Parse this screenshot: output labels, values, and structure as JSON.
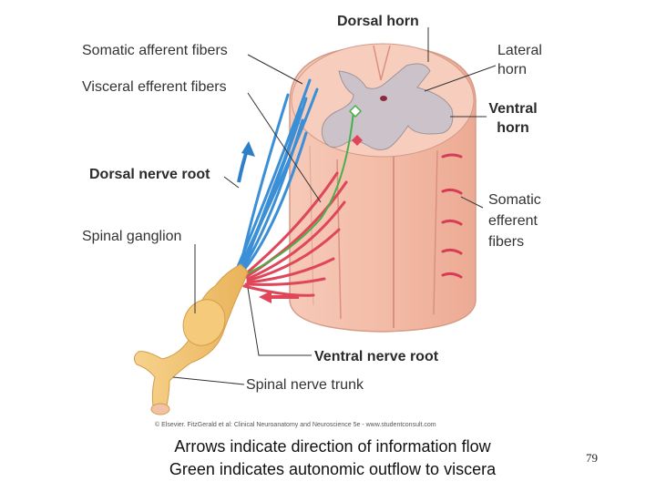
{
  "labels": {
    "dorsal_horn": "Dorsal horn",
    "somatic_afferent": "Somatic afferent fibers",
    "visceral_efferent": "Visceral efferent fibers",
    "lateral_horn_1": "Lateral",
    "lateral_horn_2": "horn",
    "ventral_horn_1": "Ventral",
    "ventral_horn_2": "horn",
    "dorsal_nerve_root": "Dorsal nerve root",
    "spinal_ganglion": "Spinal ganglion",
    "somatic_efferent_1": "Somatic",
    "somatic_efferent_2": "efferent",
    "somatic_efferent_3": "fibers",
    "ventral_nerve_root": "Ventral nerve root",
    "spinal_nerve_trunk": "Spinal nerve trunk"
  },
  "credit": "© Elsevier. FitzGerald et al: Clinical Neuroanatomy and Neuroscience 5e - www.studentconsult.com",
  "caption": {
    "line1": "Arrows indicate direction of information flow",
    "line2": "Green indicates autonomic outflow to viscera"
  },
  "page_number": "79",
  "colors": {
    "cord": "#f4c0ad",
    "grey_matter": "#c9c3c8",
    "afferent": "#3a8fd6",
    "efferent": "#e0465a",
    "autonomic": "#48b04a",
    "nerve_trunk": "#f2c472"
  }
}
